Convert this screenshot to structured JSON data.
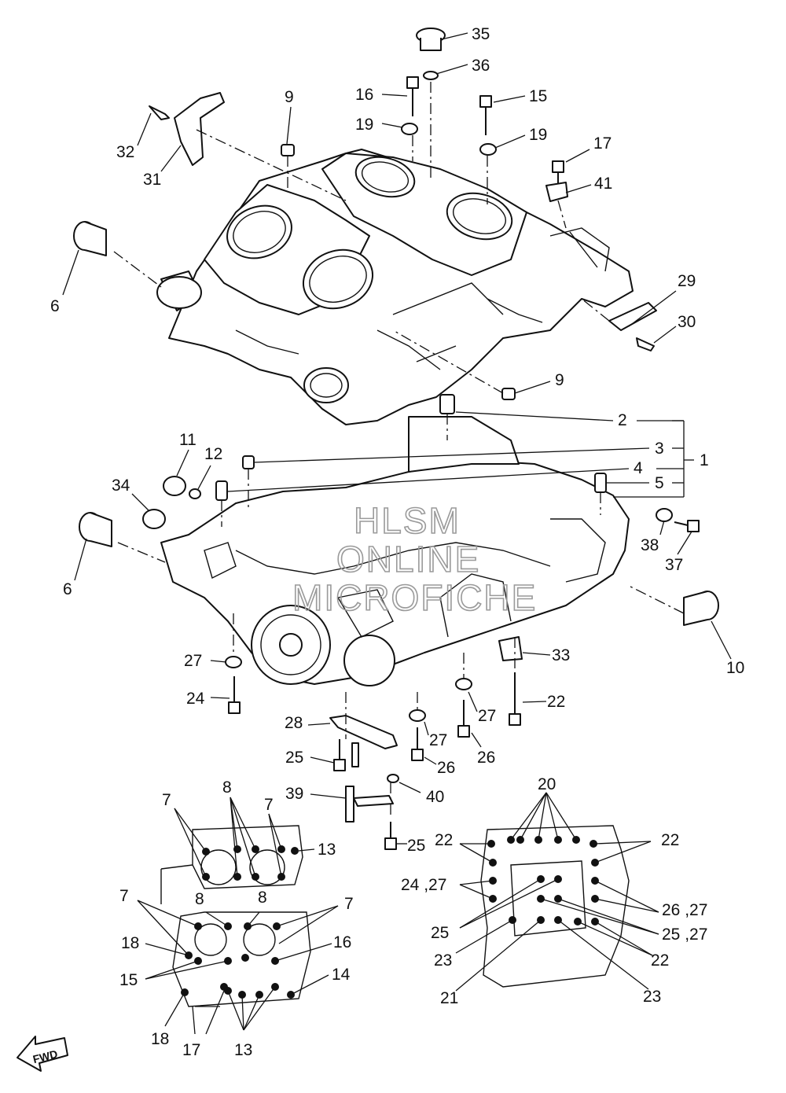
{
  "diagram": {
    "watermark": [
      "HLSM",
      "ONLINE",
      "MICROFICHE"
    ],
    "fwd_label": "FWD",
    "callouts": {
      "c1": "1",
      "c2": "2",
      "c3": "3",
      "c4": "4",
      "c5": "5",
      "c6a": "6",
      "c6b": "6",
      "c7a": "7",
      "c7b": "7",
      "c7c": "7",
      "c7d": "7",
      "c8a": "8",
      "c8b": "8",
      "c8c": "8",
      "c9a": "9",
      "c9b": "9",
      "c10": "10",
      "c11": "11",
      "c12": "12",
      "c13a": "13",
      "c13b": "13",
      "c14": "14",
      "c15a": "15",
      "c15b": "15",
      "c16a": "16",
      "c16b": "16",
      "c17a": "17",
      "c17b": "17",
      "c18a": "18",
      "c18b": "18",
      "c19a": "19",
      "c19b": "19",
      "c20": "20",
      "c21": "21",
      "c22a": "22",
      "c22b": "22",
      "c22c": "22",
      "c22d": "22",
      "c23a": "23",
      "c23b": "23",
      "c24": "24",
      "c24_27": "24 ,27",
      "c25a": "25",
      "c25b": "25",
      "c25c": "25",
      "c25_27": "25 ,27",
      "c26a": "26",
      "c26b": "26",
      "c26_27": "26 ,27",
      "c27a": "27",
      "c27b": "27",
      "c27c": "27",
      "c28": "28",
      "c29": "29",
      "c30": "30",
      "c31": "31",
      "c32": "32",
      "c33": "33",
      "c34": "34",
      "c35": "35",
      "c36": "36",
      "c37": "37",
      "c38": "38",
      "c39": "39",
      "c40": "40",
      "c41": "41"
    }
  }
}
